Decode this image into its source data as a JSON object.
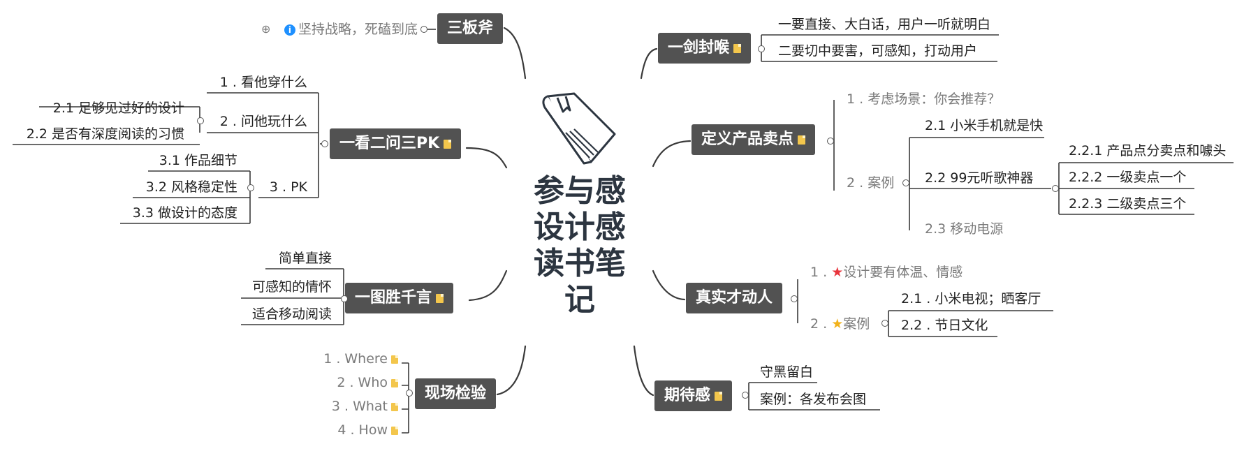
{
  "center": {
    "line1": "参与感",
    "line2": "设计感",
    "line3": "读书笔",
    "line4": "记"
  },
  "topics": {
    "sanbanfu": {
      "label": "三板斧",
      "child": "坚持战略，死磕到底"
    },
    "yikan": {
      "label": "一看二问三PK",
      "c1": "1 . 看他穿什么",
      "c2": "2 . 问他玩什么",
      "c2_1": "2.1 足够见过好的设计",
      "c2_2": "2.2 是否有深度阅读的习惯",
      "c3": "3 . PK",
      "c3_1": "3.1 作品细节",
      "c3_2": "3.2 风格稳定性",
      "c3_3": "3.3 做设计的态度"
    },
    "yitu": {
      "label": "一图胜千言",
      "c1": "简单直接",
      "c2": "可感知的情怀",
      "c3": "适合移动阅读"
    },
    "xianchang": {
      "label": "现场检验",
      "c1": "1 . Where",
      "c2": "2 . Who",
      "c3": "3 . What",
      "c4": "4 . How"
    },
    "yijian": {
      "label": "一剑封喉",
      "c1": "一要直接、大白话，用户一听就明白",
      "c2": "二要切中要害，可感知，打动用户"
    },
    "dingyi": {
      "label": "定义产品卖点",
      "c1": "1 . 考虑场景：你会推荐？",
      "c2": "2 . 案例",
      "c2_1": "2.1 小米手机就是快",
      "c2_2": "2.2 99元听歌神器",
      "c2_2_1": "2.2.1 产品点分卖点和噱头",
      "c2_2_2": "2.2.2 一级卖点一个",
      "c2_2_3": "2.2.3 二级卖点三个",
      "c2_3": "2.3 移动电源"
    },
    "zhenshi": {
      "label": "真实才动人",
      "c1_prefix": "1 .",
      "c1": "设计要有体温、情感",
      "c2_prefix": "2 .",
      "c2": "案例",
      "c2_1": "2.1 . 小米电视；晒客厅",
      "c2_2": "2.2 . 节日文化"
    },
    "qidai": {
      "label": "期待感",
      "c1": "守黑留白",
      "c2": "案例：各发布会图"
    }
  },
  "icons": {
    "note": "note-icon",
    "info": "info-icon",
    "star": "star-icon",
    "book": "book-icon",
    "expand": "plus-circle-icon"
  },
  "colors": {
    "topic_bg": "#525252",
    "line": "#3a3a3a",
    "note": "#f3c64c",
    "info": "#1e90ff",
    "star_red": "#e8343c",
    "star_yellow": "#f2b21a"
  }
}
